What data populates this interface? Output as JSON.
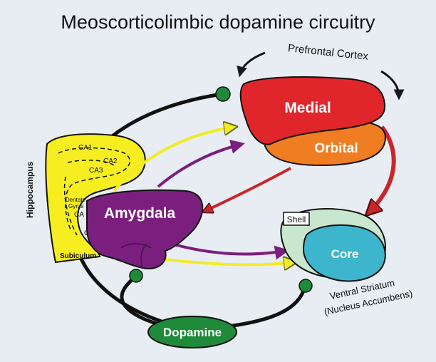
{
  "title": "Meoscorticolimbic dopamine circuitry",
  "regions": {
    "prefrontal": "Prefrontal Cortex",
    "medial": "Medial",
    "orbital": "Orbital",
    "hippocampus": "Hippocampus",
    "ca1": "CA1",
    "ca2": "CA2",
    "ca3": "CA3",
    "dentate1": "Dentate",
    "dentate2": "Gyrus",
    "subiculum": "Subiculum",
    "ca_partial_1": "CA",
    "ca_partial_2": "C",
    "amygdala": "Amygdala",
    "shell": "Shell",
    "core": "Core",
    "ventral_striatum": "Ventral Striatum",
    "nucleus_accumbens": "(Nucleus Accumbens)",
    "dopamine": "Dopamine"
  },
  "colors": {
    "background": "#e8edf3",
    "medial": "#e1262b",
    "orbital": "#f07d22",
    "hippocampus": "#f6ee20",
    "amygdala": "#7b1f7e",
    "core": "#3db5cc",
    "shell": "#c9e6cf",
    "dopamine": "#1f8a3a",
    "yellow_arrow": "#f2ec22",
    "purple_arrow": "#7b1f7e",
    "red_arrow": "#c8262b"
  }
}
